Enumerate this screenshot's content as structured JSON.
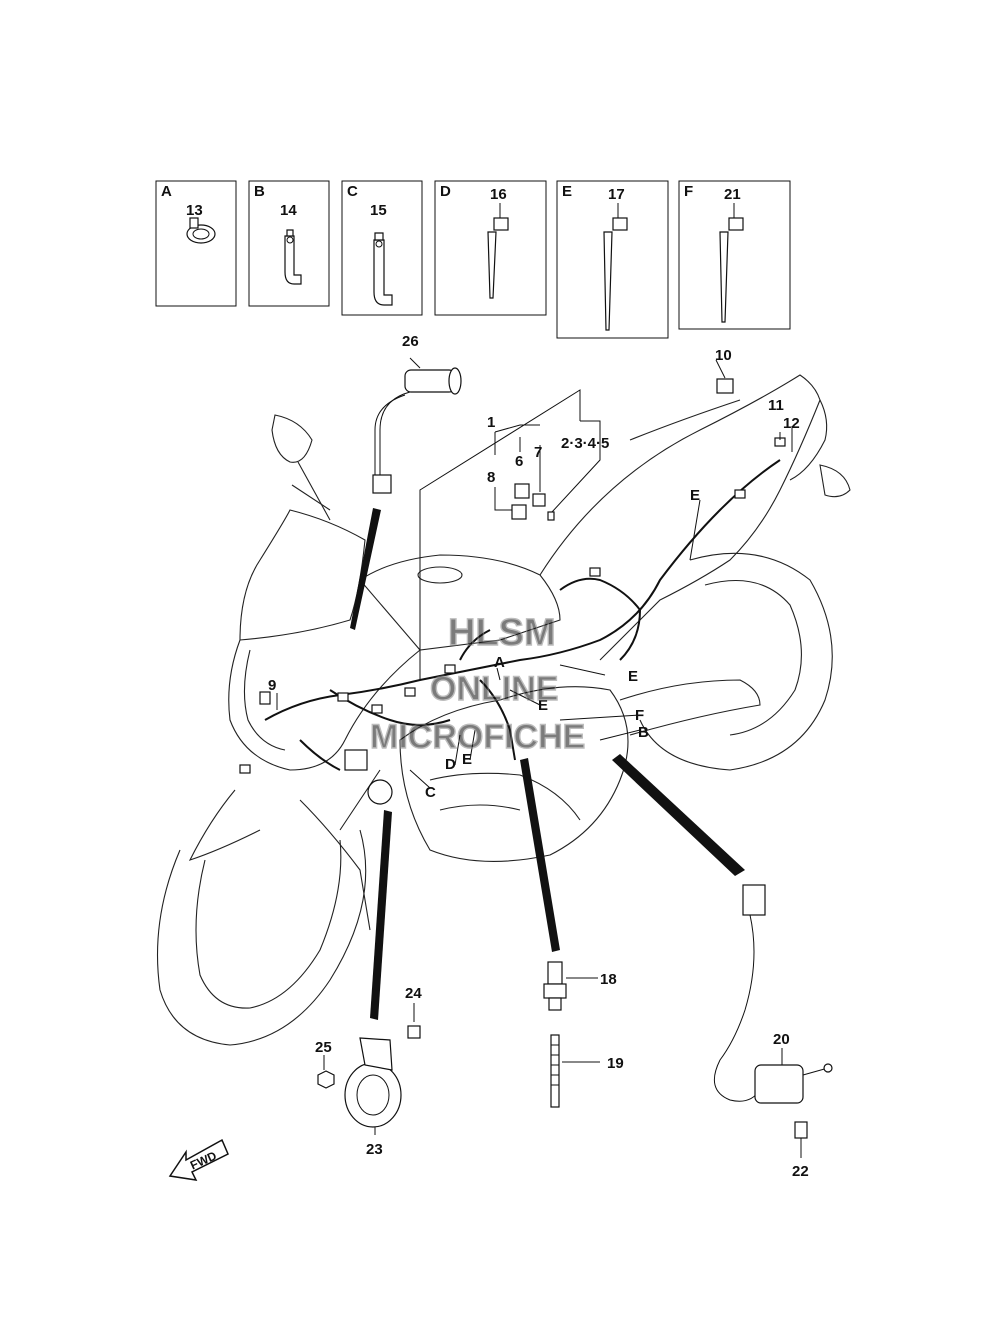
{
  "detail_boxes": [
    {
      "letter": "A",
      "part": "13"
    },
    {
      "letter": "B",
      "part": "14"
    },
    {
      "letter": "C",
      "part": "15"
    },
    {
      "letter": "D",
      "part": "16"
    },
    {
      "letter": "E",
      "part": "17"
    },
    {
      "letter": "F",
      "part": "21"
    }
  ],
  "callouts": {
    "p1": "1",
    "p2345": "2·3·4·5",
    "p6": "6",
    "p7": "7",
    "p8": "8",
    "p9": "9",
    "p10": "10",
    "p11": "11",
    "p12": "12",
    "p18": "18",
    "p19": "19",
    "p20": "20",
    "p22": "22",
    "p23": "23",
    "p24": "24",
    "p25": "25",
    "p26": "26"
  },
  "harness_markers": {
    "a": "A",
    "b": "B",
    "c": "C",
    "d": "D",
    "e1": "E",
    "e2": "E",
    "e3": "E",
    "e4": "E",
    "f": "F"
  },
  "fwd_label": "FWD",
  "watermark": {
    "line1": "HLSM",
    "line2": "ONLINE",
    "line3": "MICROFICHE"
  }
}
